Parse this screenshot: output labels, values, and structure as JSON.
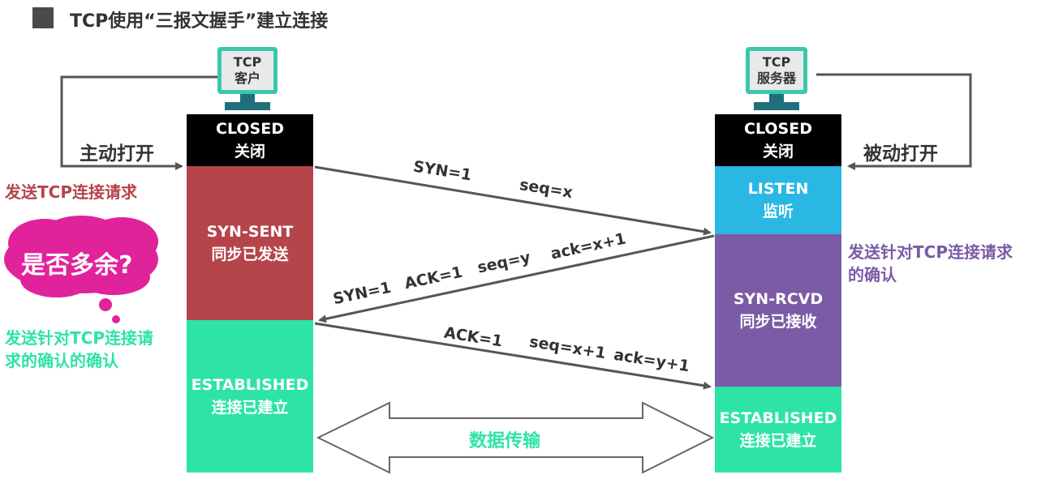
{
  "title": "TCP使用“三报文握手”建立连接",
  "client": {
    "line1": "TCP",
    "line2": "客户"
  },
  "server": {
    "line1": "TCP",
    "line2": "服务器"
  },
  "client_states": {
    "closed_en": "CLOSED",
    "closed_cn": "关闭",
    "synsent_en": "SYN-SENT",
    "synsent_cn": "同步已发送",
    "established_en": "ESTABLISHED",
    "established_cn": "连接已建立"
  },
  "server_states": {
    "closed_en": "CLOSED",
    "closed_cn": "关闭",
    "listen_en": "LISTEN",
    "listen_cn": "监听",
    "rcvd_en": "SYN-RCVD",
    "rcvd_cn": "同步已接收",
    "established_en": "ESTABLISHED",
    "established_cn": "连接已建立"
  },
  "labels": {
    "active_open": "主动打开",
    "passive_open": "被动打开",
    "send_request": "发送TCP连接请求",
    "send_ack_line1": "发送针对TCP连接请求",
    "send_ack_line2": "的确认",
    "send_ack_ack_line1": "发送针对TCP连接请",
    "send_ack_ack_line2": "求的确认的确认",
    "cloud": "是否多余?",
    "data_transfer": "数据传输"
  },
  "messages": {
    "m1_syn": "SYN=1",
    "m1_seq": "seq=x",
    "m2_syn": "SYN=1",
    "m2_ack": "ACK=1",
    "m2_seq": "seq=y",
    "m2_ackno": "ack=x+1",
    "m3_ack": "ACK=1",
    "m3_seq": "seq=x+1",
    "m3_ackno": "ack=y+1"
  },
  "colors": {
    "red": "#b5444b",
    "teal": "#2de3a8",
    "purple": "#7b5ba6",
    "blue": "#2ab7e3",
    "cloud": "#e0239b"
  }
}
